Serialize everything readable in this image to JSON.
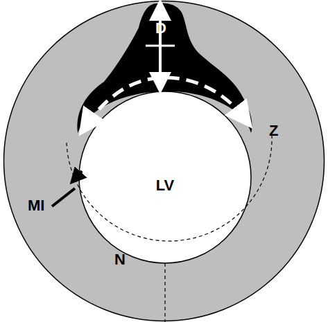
{
  "diagram": {
    "nodes": [
      {
        "text": [
          "LV"
        ]
      }
    ],
    "labels": [
      "D",
      "Z",
      "MI",
      "N"
    ]
  }
}
